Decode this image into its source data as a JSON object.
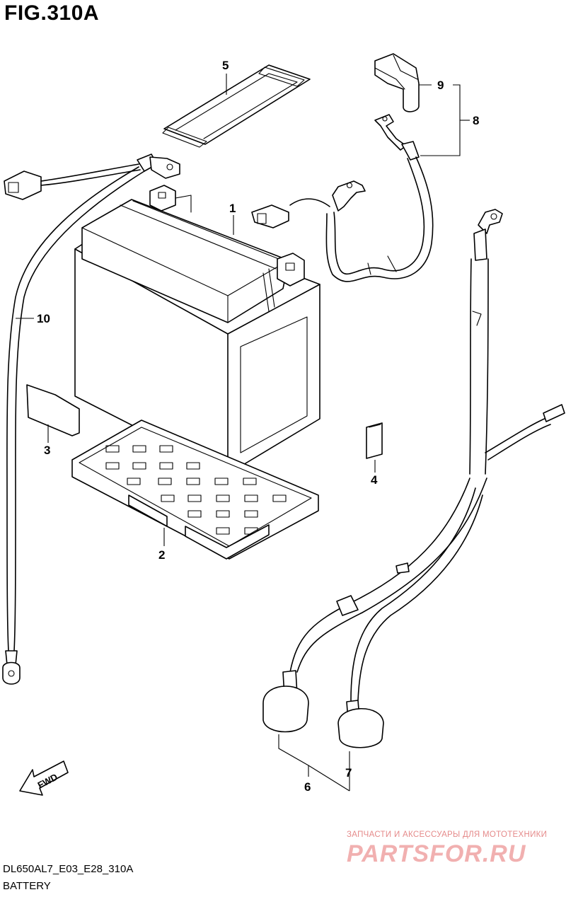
{
  "figure": {
    "title": "FIG.310A"
  },
  "callouts": {
    "c1": "1",
    "c2": "2",
    "c3": "3",
    "c4": "4",
    "c5": "5",
    "c6": "6",
    "c7": "7",
    "c8": "8",
    "c9": "9",
    "c10": "10"
  },
  "fwd_arrow": {
    "label": "FWD"
  },
  "watermark": {
    "tagline": "ЗАПЧАСТИ И АКСЕССУАРЫ ДЛЯ МОТОТЕХНИКИ",
    "logo": "PARTSFOR.RU"
  },
  "footer": {
    "code": "DL650AL7_E03_E28_310A",
    "caption": "BATTERY"
  }
}
